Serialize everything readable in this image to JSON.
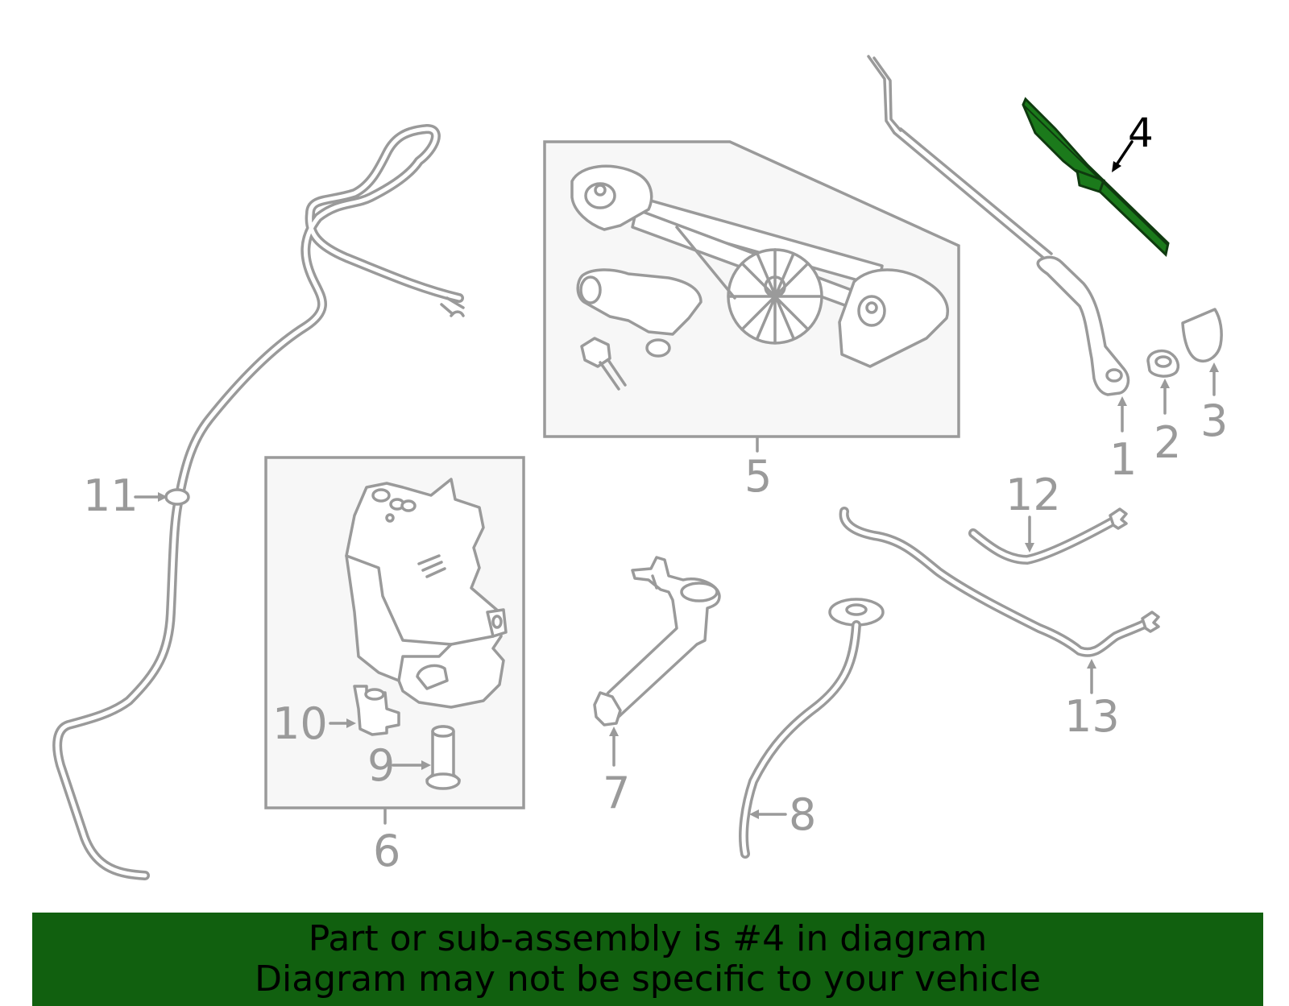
{
  "colors": {
    "highlight": "#1b7a1b",
    "banner": "#11600f",
    "line": "#9a9a9a",
    "box_fill": "#f7f7f7"
  },
  "callouts": {
    "c1": "1",
    "c2": "2",
    "c3": "3",
    "c4": "4",
    "c5": "5",
    "c6": "6",
    "c7": "7",
    "c8": "8",
    "c9": "9",
    "c10": "10",
    "c11": "11",
    "c12": "12",
    "c13": "13"
  },
  "banner": {
    "line1": "Part or sub-assembly is #4 in diagram",
    "line2": "Diagram may not be specific to your vehicle"
  }
}
